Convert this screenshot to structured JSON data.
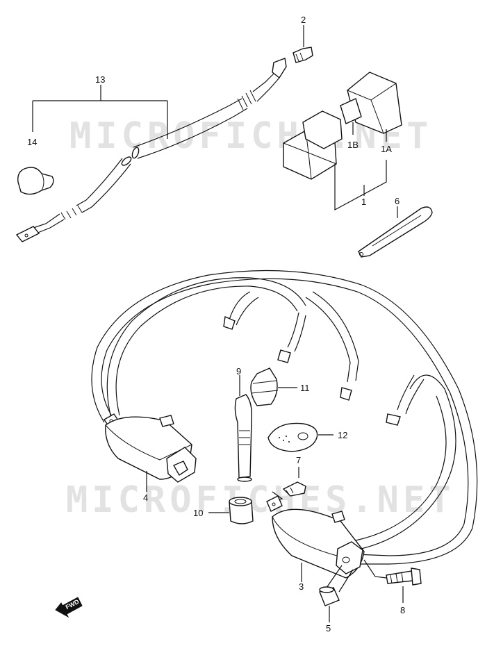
{
  "watermarks": [
    "MICROFICHE.NET",
    "MICROFICHES.NET"
  ],
  "labels": {
    "p1": "1",
    "p1a": "1A",
    "p1b": "1B",
    "p2": "2",
    "p3": "3",
    "p4": "4",
    "p5": "5",
    "p6": "6",
    "p7": "7",
    "p8": "8",
    "p9": "9",
    "p10": "10",
    "p11": "11",
    "p12": "12",
    "p13": "13",
    "p14": "14"
  },
  "fwd": "FWD"
}
